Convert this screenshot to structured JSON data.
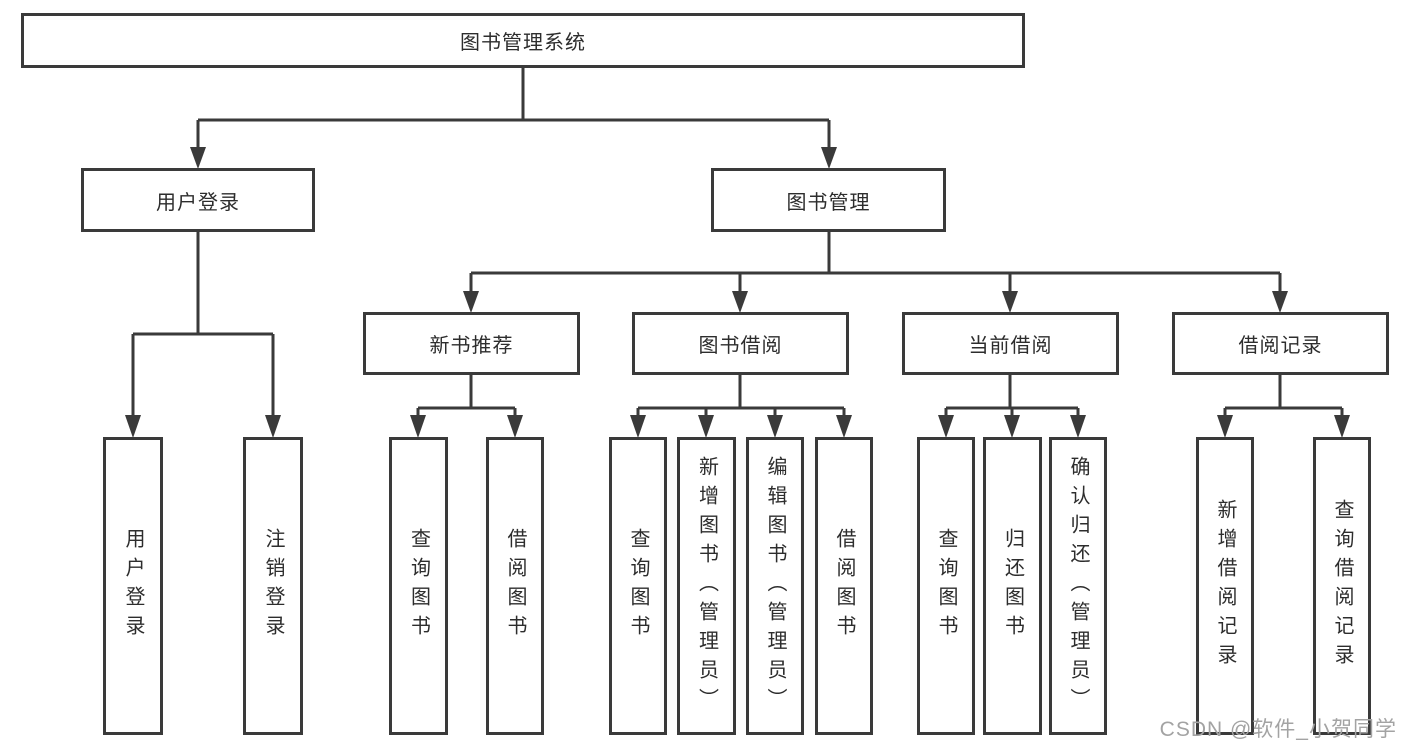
{
  "diagram": {
    "root": "图书管理系统",
    "level2": {
      "user_login": "用户登录",
      "book_mgmt": "图书管理"
    },
    "level3": {
      "new_books": "新书推荐",
      "book_borrow": "图书借阅",
      "current_borrow": "当前借阅",
      "borrow_records": "借阅记录"
    },
    "leaves": {
      "user_login": [
        "用户登录",
        "注销登录"
      ],
      "new_books": [
        "查询图书",
        "借阅图书"
      ],
      "book_borrow": [
        "查询图书",
        "新增图书（管理员）",
        "编辑图书（管理员）",
        "借阅图书"
      ],
      "current_borrow": [
        "查询图书",
        "归还图书",
        "确认归还（管理员）"
      ],
      "borrow_records": [
        "新增借阅记录",
        "查询借阅记录"
      ]
    }
  },
  "watermark": "CSDN @软件_小贺同学",
  "colors": {
    "line": "#3a3a3a",
    "text": "#2d2d2d",
    "watermark": "#a3a3a3",
    "background": "#ffffff"
  }
}
